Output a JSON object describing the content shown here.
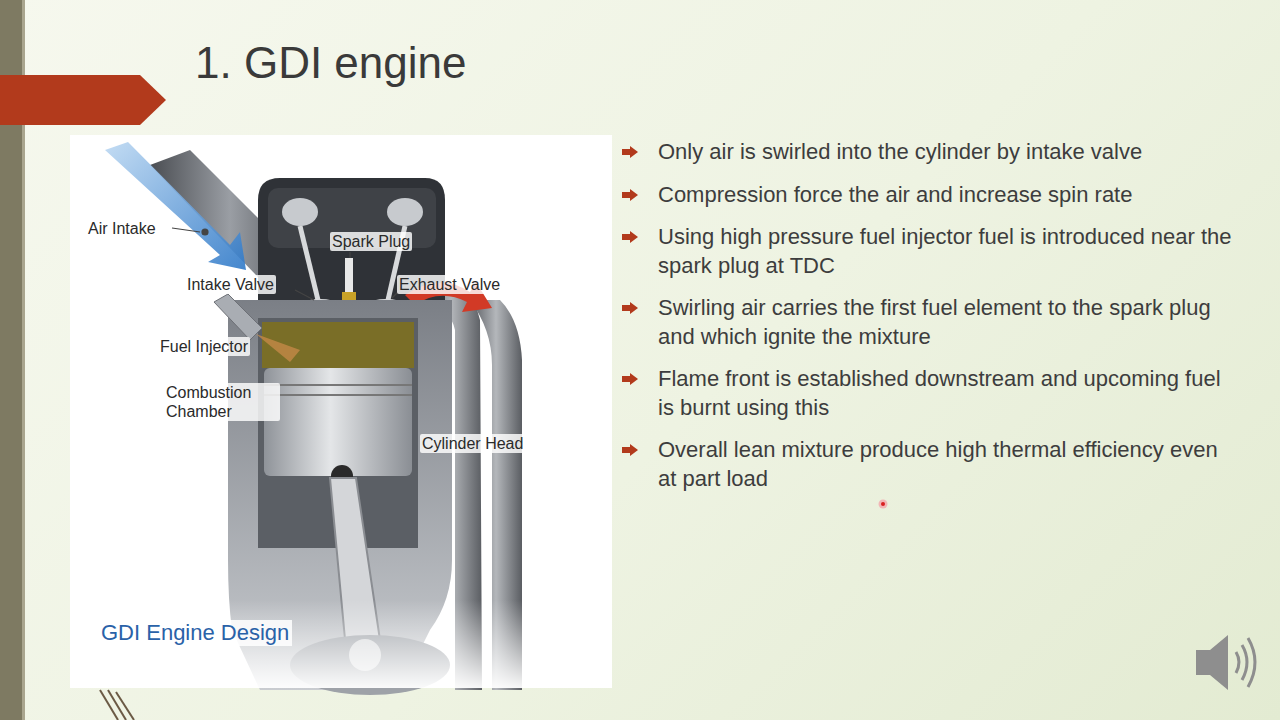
{
  "diagram": {
    "title": "1. GDI engine",
    "labels": [
      "Air Intake",
      "Spark Plug",
      "Intake Valve",
      "Exhaust Valve",
      "Fuel Injector",
      "Combustion Chamber",
      "Cylinder Head",
      "GDI Engine Design",
      "Only air is swirled into the cylinder by intake valve",
      "Compression force the air and increase spin rate",
      "Using high pressure fuel injector fuel is introduced near the spark plug at TDC",
      "Swirling air carries the first fuel element to the spark plug and which ignite the mixture",
      "Flame front is established downstream and upcoming fuel is burnt using this",
      "Overall lean mixture produce high thermal efficiency even at part load"
    ]
  }
}
